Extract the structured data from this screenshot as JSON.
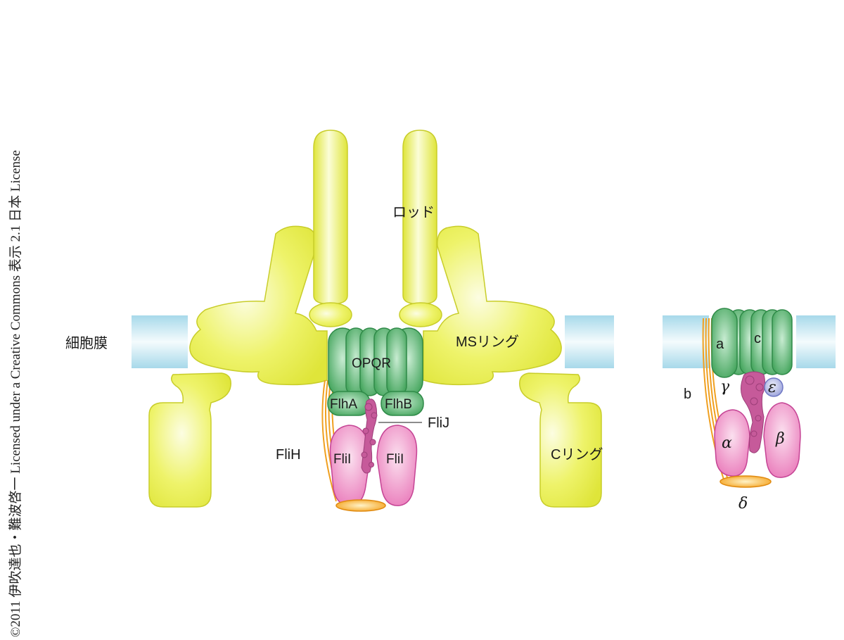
{
  "copyright": "©2011 伊吹達也・難波啓一 Licensed under a Creative Commons 表示 2.1 日本 License",
  "labels": {
    "membrane": "細胞膜",
    "rod": "ロッド",
    "ms_ring": "MSリング",
    "c_ring": "Cリング",
    "opqr": "OPQR",
    "flha": "FlhA",
    "flhb": "FlhB",
    "flij": "FliJ",
    "flih": "FliH",
    "flii_left": "FliI",
    "flii_right": "FliI"
  },
  "atp_synthase": {
    "a": "a",
    "c": "c",
    "b": "b",
    "gamma": "γ",
    "epsilon": "ε",
    "alpha": "α",
    "beta": "β",
    "delta": "δ"
  },
  "colors": {
    "yellow_fill": "#eaef4a",
    "yellow_stroke": "#c8cd2a",
    "green_fill": "#55b26d",
    "green_stroke": "#2f8a48",
    "pink_fill": "#ee8dc4",
    "pink_stroke": "#c54595",
    "orange_fill": "#f5a31f",
    "membrane_top": "#a7d9ea",
    "epsilon_fill": "#aab0e0"
  }
}
